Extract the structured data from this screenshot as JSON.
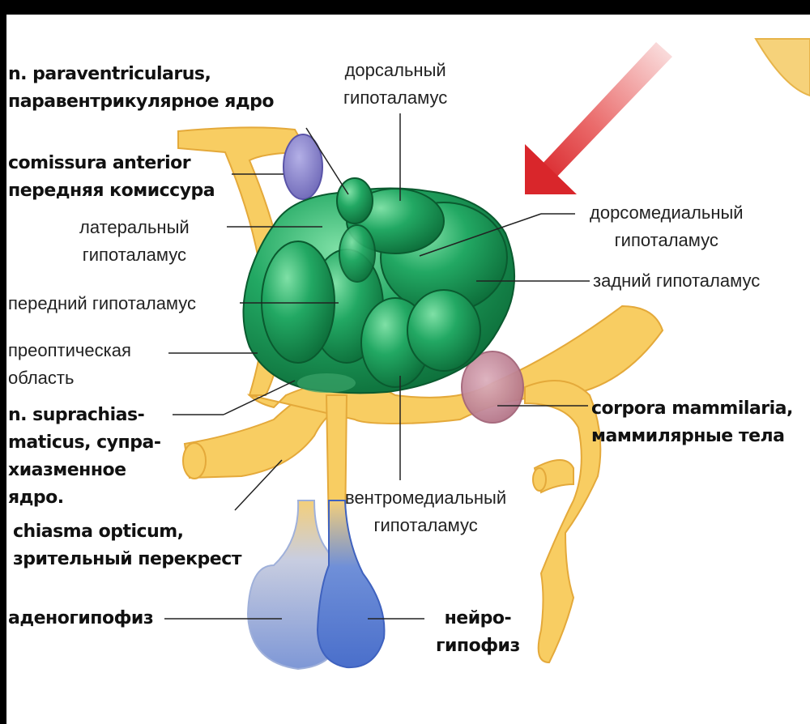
{
  "labels": {
    "paraventricular": [
      "n. paraventricularus,",
      "паравентрикулярное  ядро"
    ],
    "dorsal": [
      "дорсальный",
      "гипоталамус"
    ],
    "commissure": [
      "comissura anterior",
      "передняя комиссура"
    ],
    "dorsomedial": [
      "дорсомедиальный",
      "гипоталамус"
    ],
    "lateral": [
      "латеральный",
      "гипоталамус"
    ],
    "posterior": [
      "задний гипоталамус"
    ],
    "anterior": [
      "передний гипоталамус"
    ],
    "preoptic": [
      "преоптическая",
      "область"
    ],
    "suprachiasmatic": [
      "n. suprachias-",
      "maticus, супра-",
      "хиазменное",
      "ядро."
    ],
    "mammillary": [
      "corpora mammilaria,",
      "маммилярные тела"
    ],
    "chiasm": [
      "chiasma opticum,",
      "зрительный перекрест"
    ],
    "ventromedial": [
      "вентромедиальный",
      "гипоталамус"
    ],
    "adenohypophysis": [
      "аденогипофиз"
    ],
    "neurohypophysis": [
      "нейро-",
      "гипофиз"
    ]
  },
  "colors": {
    "nuclei": "#1e9a5a",
    "tract": "#f6c652",
    "commissure": "#8c86cc",
    "mammillary": "#c48a9a",
    "adenohypophysis": "#8ea5d8",
    "neurohypophysis": "#5b7fd0",
    "arrow": "#e03a3a"
  }
}
